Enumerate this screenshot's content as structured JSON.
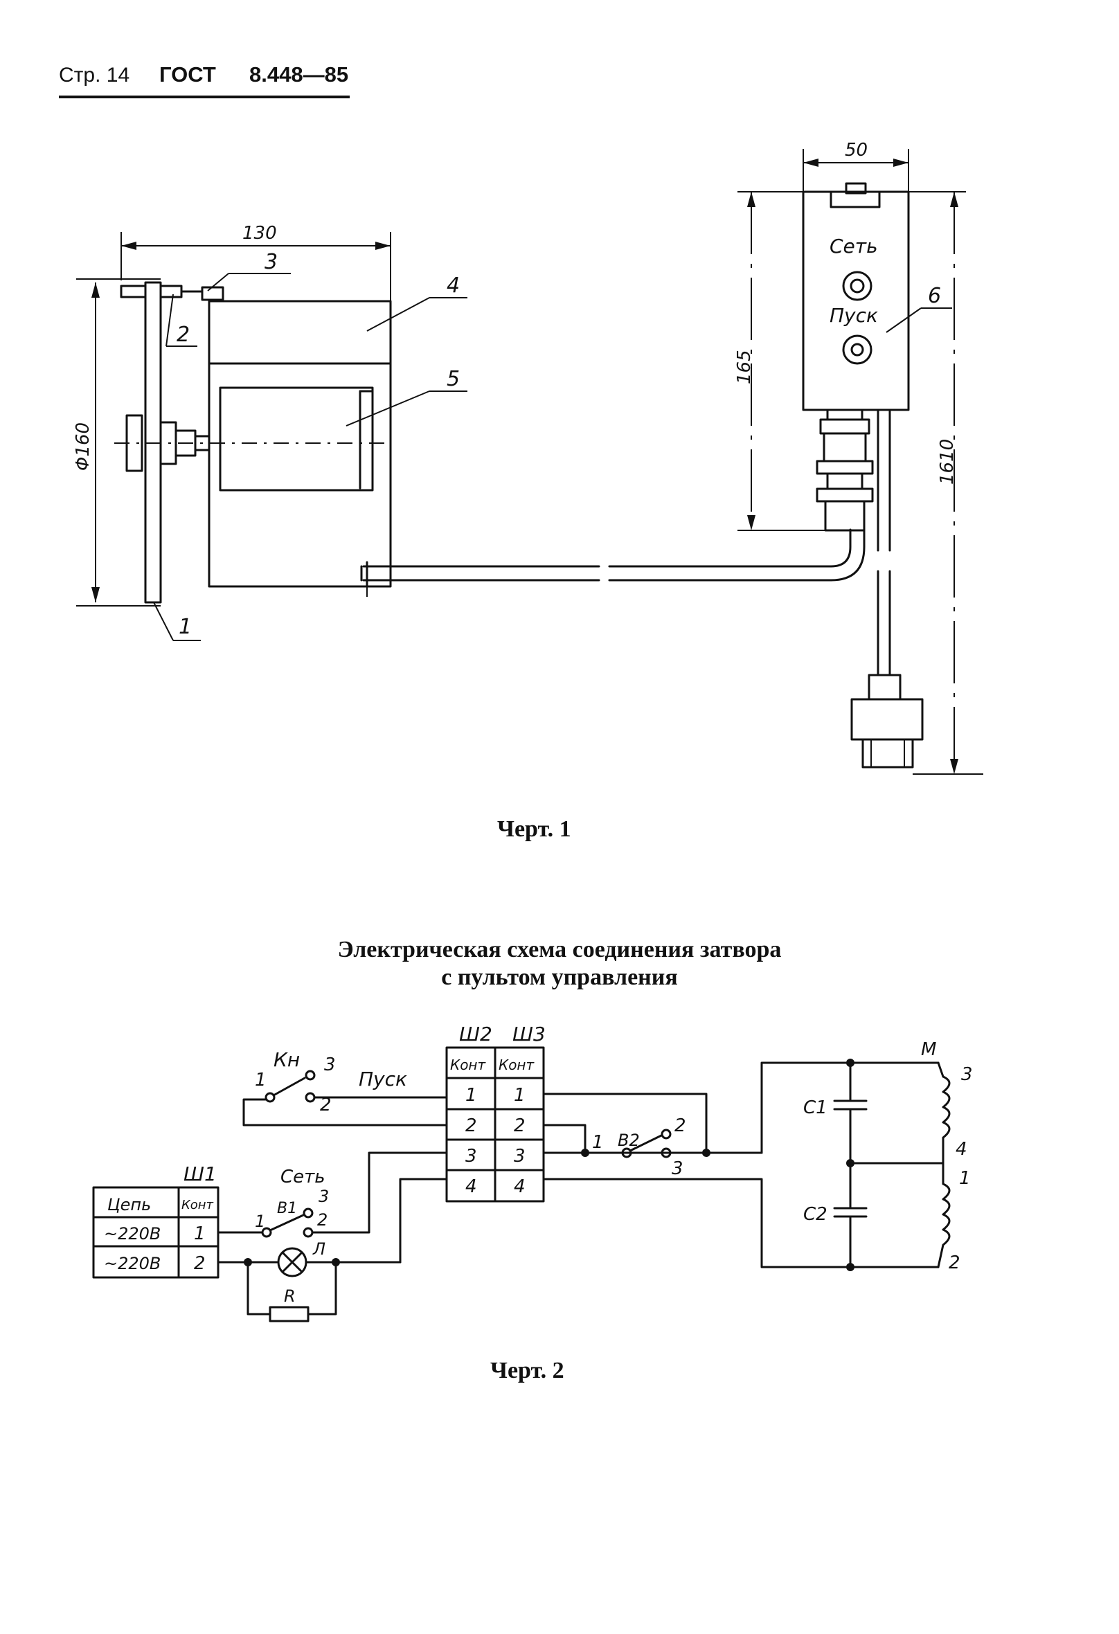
{
  "header": {
    "page": "Стр. 14",
    "standard": "ГОСТ",
    "number": "8.448—85"
  },
  "figure1": {
    "dim_130": "130",
    "dim_50": "50",
    "dim_165": "165",
    "dim_1610": "1610",
    "dim_phi160": "Φ160",
    "callouts": [
      "1",
      "2",
      "3",
      "4",
      "5",
      "6"
    ],
    "panel_label_top": "Сеть",
    "panel_label_bottom": "Пуск",
    "caption": "Черт. 1"
  },
  "figure2": {
    "title_line1": "Электрическая схема соединения затвора",
    "title_line2": "с пультом управления",
    "connector_sh2": "Ш2",
    "connector_sh3": "Ш3",
    "connector_sh1": "Ш1",
    "col_kont": "Конт",
    "sh23_rows": [
      {
        "a": "1",
        "b": "1"
      },
      {
        "a": "2",
        "b": "2"
      },
      {
        "a": "3",
        "b": "3"
      },
      {
        "a": "4",
        "b": "4"
      }
    ],
    "sh1_header": {
      "circuit": "Цепь",
      "contact": "Конт"
    },
    "sh1_rows": [
      {
        "circuit": "~220В",
        "contact": "1"
      },
      {
        "circuit": "~220В",
        "contact": "2"
      }
    ],
    "kn_label": "Кн",
    "kn_pins": {
      "p1": "1",
      "p2": "2",
      "p3": "3"
    },
    "pusk_label": "Пуск",
    "set_label": "Сеть",
    "b1_label": "В1",
    "b1_pins": {
      "p1": "1",
      "p2": "2",
      "p3": "3"
    },
    "b2_label": "В2",
    "b2_pins": {
      "p1": "1",
      "p2": "2",
      "p3": "3"
    },
    "lamp_label": "Л",
    "resistor_label": "R",
    "c1_label": "С1",
    "c2_label": "С2",
    "motor_label": "М",
    "motor_pins": {
      "p3": "3",
      "p4": "4",
      "p1": "1",
      "p2": "2"
    },
    "caption": "Черт. 2"
  }
}
